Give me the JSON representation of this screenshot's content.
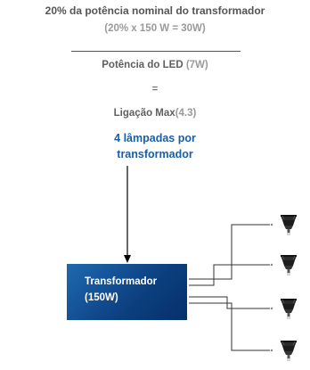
{
  "title": "20% da potência nominal do transformador",
  "subtitle": "(20% x 150 W = 30W)",
  "led_power": {
    "label": "Potência do LED",
    "value": "(7W)"
  },
  "equals": "=",
  "max_connection": {
    "label": "Ligação Max",
    "value": "(4.3)"
  },
  "result": {
    "line1": "4 lâmpadas por",
    "line2": "transformador"
  },
  "transformer": {
    "line1": "Transformador",
    "line2": "(150W)"
  },
  "colors": {
    "accent_blue": "#1a5ea8",
    "box_dark": "#0c3f80",
    "text_gray": "#5f5f5f",
    "value_gray": "#9a9a9a"
  },
  "lamps": [
    {
      "icon": "led-lamp-icon"
    },
    {
      "icon": "led-lamp-icon"
    },
    {
      "icon": "led-lamp-icon"
    },
    {
      "icon": "led-lamp-icon"
    }
  ]
}
